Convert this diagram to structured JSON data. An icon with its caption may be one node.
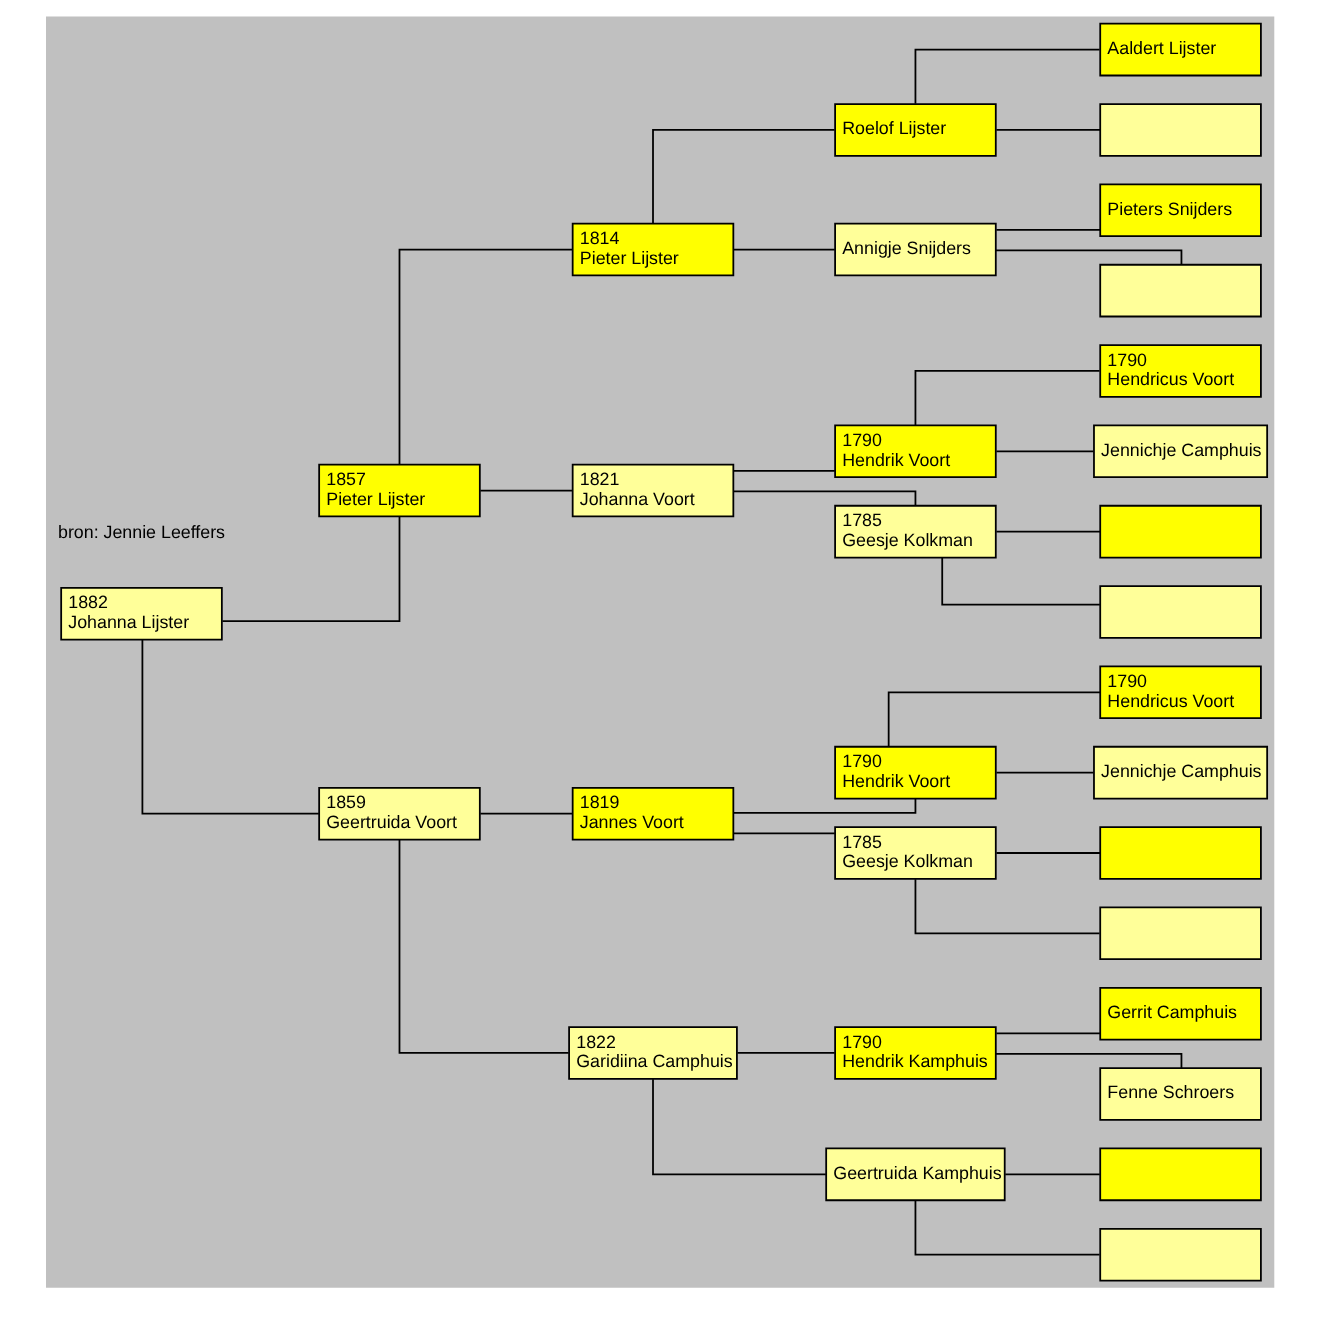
{
  "diagram": {
    "nodes": [
      {
        "text": [
          "1882",
          "Johanna Lijster"
        ]
      },
      {
        "text": [
          "1857",
          "Pieter Lijster"
        ]
      },
      {
        "text": [
          "1859",
          "Geertruida Voort"
        ]
      },
      {
        "text": [
          "1814",
          "Pieter Lijster"
        ]
      },
      {
        "text": [
          "1821",
          "Johanna Voort"
        ]
      },
      {
        "text": [
          "1819",
          "Jannes Voort"
        ]
      },
      {
        "text": [
          "1822",
          "Garidiina Camphuis"
        ]
      },
      {
        "text": [
          "Roelof Lijster"
        ]
      },
      {
        "text": [
          "Annigje Snijders"
        ]
      },
      {
        "text": [
          "1790",
          "Hendrik Voort"
        ]
      },
      {
        "text": [
          "1785",
          "Geesje Kolkman"
        ]
      },
      {
        "text": [
          "1790",
          "Hendrik Voort"
        ]
      },
      {
        "text": [
          "1785",
          "Geesje Kolkman"
        ]
      },
      {
        "text": [
          "1790",
          "Hendrik Kamphuis"
        ]
      },
      {
        "text": [
          "Geertruida Kamphuis"
        ]
      },
      {
        "text": [
          "Aaldert Lijster"
        ]
      },
      {
        "text": [],
        "shape": "box"
      },
      {
        "text": [
          "Pieters Snijders"
        ]
      },
      {
        "text": [],
        "shape": "box"
      },
      {
        "text": [
          "1790",
          "Hendricus Voort"
        ]
      },
      {
        "text": [
          "Jennichje Camphuis"
        ]
      },
      {
        "text": [],
        "shape": "box"
      },
      {
        "text": [],
        "shape": "box"
      },
      {
        "text": [
          "1790",
          "Hendricus Voort"
        ]
      },
      {
        "text": [
          "Jennichje Camphuis"
        ]
      },
      {
        "text": [],
        "shape": "box"
      },
      {
        "text": [],
        "shape": "box"
      },
      {
        "text": [
          "Gerrit Camphuis"
        ]
      },
      {
        "text": [
          "Fenne Schroers"
        ]
      },
      {
        "text": [],
        "shape": "box"
      },
      {
        "text": [],
        "shape": "box"
      }
    ],
    "edges": [
      {
        "from": 0,
        "to": 1,
        "arrow": "none"
      },
      {
        "from": 0,
        "to": 2,
        "arrow": "none"
      },
      {
        "from": 1,
        "to": 3,
        "arrow": "none"
      },
      {
        "from": 1,
        "to": 4,
        "arrow": "none"
      },
      {
        "from": 2,
        "to": 5,
        "arrow": "none"
      },
      {
        "from": 2,
        "to": 6,
        "arrow": "none"
      },
      {
        "from": 3,
        "to": 7,
        "arrow": "none"
      },
      {
        "from": 3,
        "to": 8,
        "arrow": "none"
      },
      {
        "from": 4,
        "to": 9,
        "arrow": "none"
      },
      {
        "from": 4,
        "to": 10,
        "arrow": "none"
      },
      {
        "from": 5,
        "to": 11,
        "arrow": "none"
      },
      {
        "from": 5,
        "to": 12,
        "arrow": "none"
      },
      {
        "from": 6,
        "to": 13,
        "arrow": "none"
      },
      {
        "from": 6,
        "to": 14,
        "arrow": "none"
      },
      {
        "from": 7,
        "to": 15,
        "arrow": "none"
      },
      {
        "from": 7,
        "to": 16,
        "arrow": "none"
      },
      {
        "from": 8,
        "to": 17,
        "arrow": "none"
      },
      {
        "from": 8,
        "to": 18,
        "arrow": "none"
      },
      {
        "from": 9,
        "to": 19,
        "arrow": "none"
      },
      {
        "from": 9,
        "to": 20,
        "arrow": "none"
      },
      {
        "from": 10,
        "to": 21,
        "arrow": "none"
      },
      {
        "from": 10,
        "to": 22,
        "arrow": "none"
      },
      {
        "from": 11,
        "to": 23,
        "arrow": "none"
      },
      {
        "from": 11,
        "to": 24,
        "arrow": "none"
      },
      {
        "from": 12,
        "to": 25,
        "arrow": "none"
      },
      {
        "from": 12,
        "to": 26,
        "arrow": "none"
      },
      {
        "from": 13,
        "to": 27,
        "arrow": "none"
      },
      {
        "from": 13,
        "to": 28,
        "arrow": "none"
      },
      {
        "from": 14,
        "to": 29,
        "arrow": "none"
      },
      {
        "from": 14,
        "to": 30,
        "arrow": "none"
      }
    ],
    "labels": [
      "bron: Jennie Leeffers"
    ]
  }
}
